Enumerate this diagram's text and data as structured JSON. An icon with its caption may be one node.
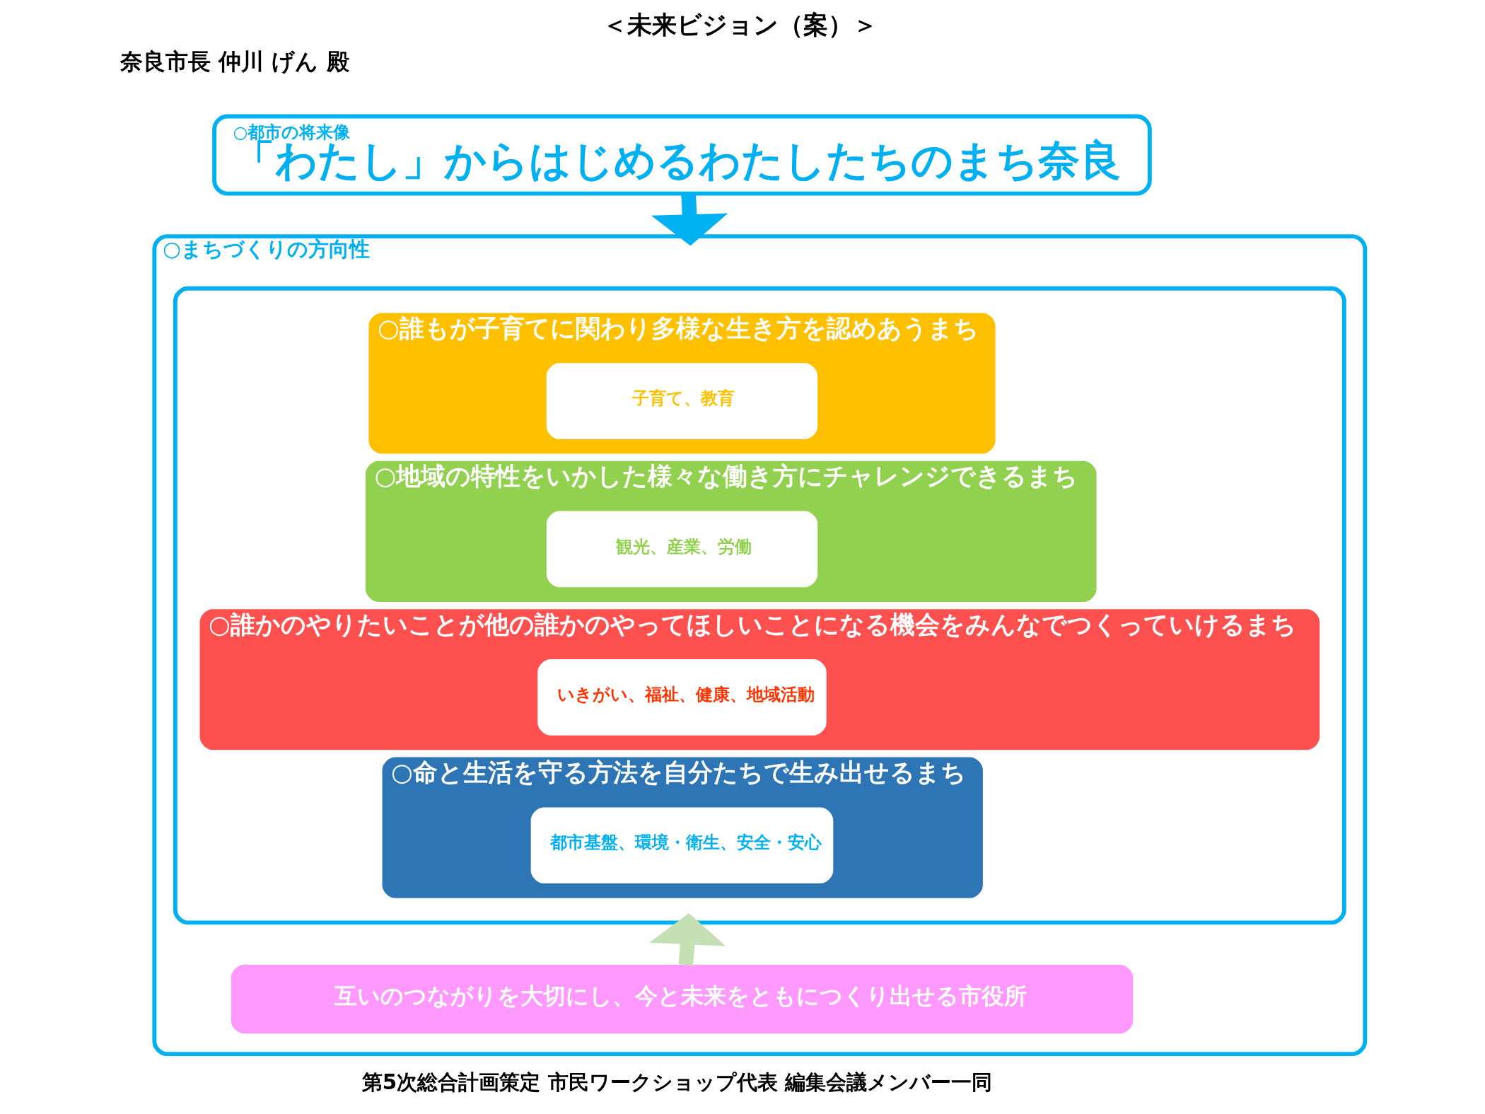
{
  "diagram": {
    "title": "＜未来ビジョン（案）＞",
    "nodes": [
      {
        "text": [
          "○都市の将来像",
          "「わたし」からはじめるわたしたちのまち奈良"
        ]
      },
      {
        "text": [
          "○まちづくりの方向性"
        ]
      },
      {
        "text": [],
        "shape": "box",
        "in": 1
      },
      {
        "text": [
          "○誰もが子育てに関わり多様な生き方を認めあうまち"
        ],
        "in": 2
      },
      {
        "text": [
          "子育て、教育"
        ],
        "in": 3
      },
      {
        "text": [
          "○地域の特性をいかした様々な働き方にチャレンジできるまち"
        ],
        "in": 2
      },
      {
        "text": [
          "観光、産業、労働"
        ],
        "in": 5
      },
      {
        "text": [
          "○誰かのやりたいことが他の誰かのやってほしいことになる機会をみんなでつくっていけるまち"
        ],
        "in": 2
      },
      {
        "text": [
          "いきがい、福祉、健康、地域活動"
        ],
        "in": 7
      },
      {
        "text": [
          "○命と生活を守る方法を自分たちで生み出せるまち"
        ],
        "in": 2
      },
      {
        "text": [
          "都市基盤、環境・衛生、安全・安心"
        ],
        "in": 9
      },
      {
        "text": [
          "互いのつながりを大切にし、今と未来をともにつくり出せる市役所"
        ],
        "in": 1
      }
    ],
    "edges": [
      {
        "from": 0,
        "to": 1,
        "arrow": "to",
        "color": "#00b0f0"
      },
      {
        "from": 11,
        "to": 2,
        "arrow": "to",
        "color": "#c5e0b4"
      }
    ],
    "labels": [
      "奈良市長 仲川 げん 殿",
      "第5次総合計画策定 市民ワークショップ代表 編集会議メンバー一同"
    ]
  }
}
